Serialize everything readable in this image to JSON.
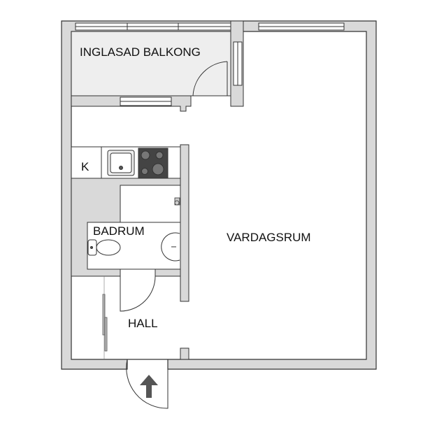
{
  "rooms": {
    "balcony": "INGLASAD BALKONG",
    "kitchen": "K",
    "bathroom": "BADRUM",
    "living_room": "VARDAGSRUM",
    "hall": "HALL"
  },
  "colors": {
    "wall": "#d9d9d9",
    "balcony_floor": "#eeeeee",
    "line": "#333333",
    "stove": "#444444"
  },
  "icons": [
    "entrance-arrow-icon",
    "sink-icon",
    "stove-icon",
    "toilet-icon",
    "washbasin-icon",
    "shower-icon"
  ]
}
